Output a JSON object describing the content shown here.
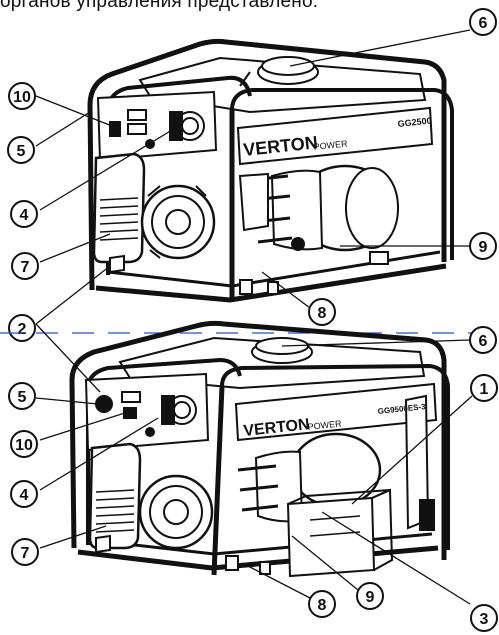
{
  "caption": "органов управления представлено:",
  "generators": [
    {
      "brand": "VERTON",
      "brand_suffix": "POWER",
      "model": "GG2500",
      "labels": [
        "10",
        "5",
        "4",
        "7",
        "2",
        "6",
        "9",
        "8"
      ]
    },
    {
      "brand": "VERTON",
      "brand_suffix": "POWER",
      "model": "GG9500ES-3",
      "labels": [
        "5",
        "10",
        "4",
        "7",
        "6",
        "1",
        "9",
        "8",
        "3"
      ]
    }
  ],
  "colors": {
    "line": "#111111",
    "divider": "#2b4fc7"
  }
}
